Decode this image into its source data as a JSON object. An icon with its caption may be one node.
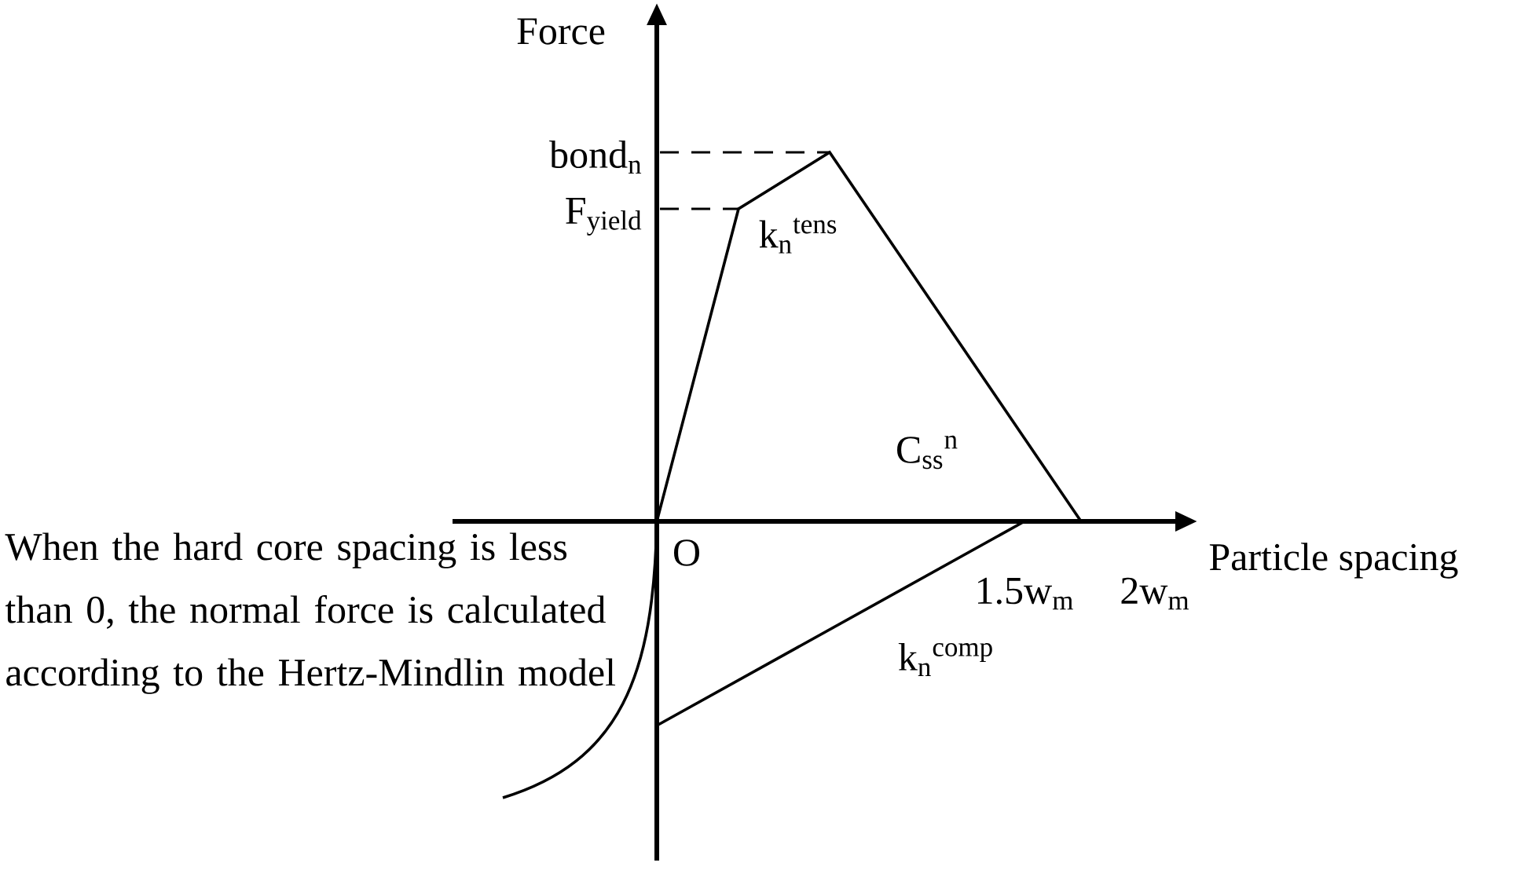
{
  "diagram": {
    "labels": [
      "Force",
      "bond$_{n}$",
      "F$_{yield}$",
      "k$_{n}$$^{tens}$",
      "C$_{ss}$$^{n}$",
      "O",
      "Particle spacing",
      "1.5w$_{m}$",
      "2w$_{m}$",
      "When the hard core spacing is less than 0, the normal force is calculated according to the Hertz-Mindlin model",
      "k$_{n}$$^{comp}$"
    ]
  }
}
